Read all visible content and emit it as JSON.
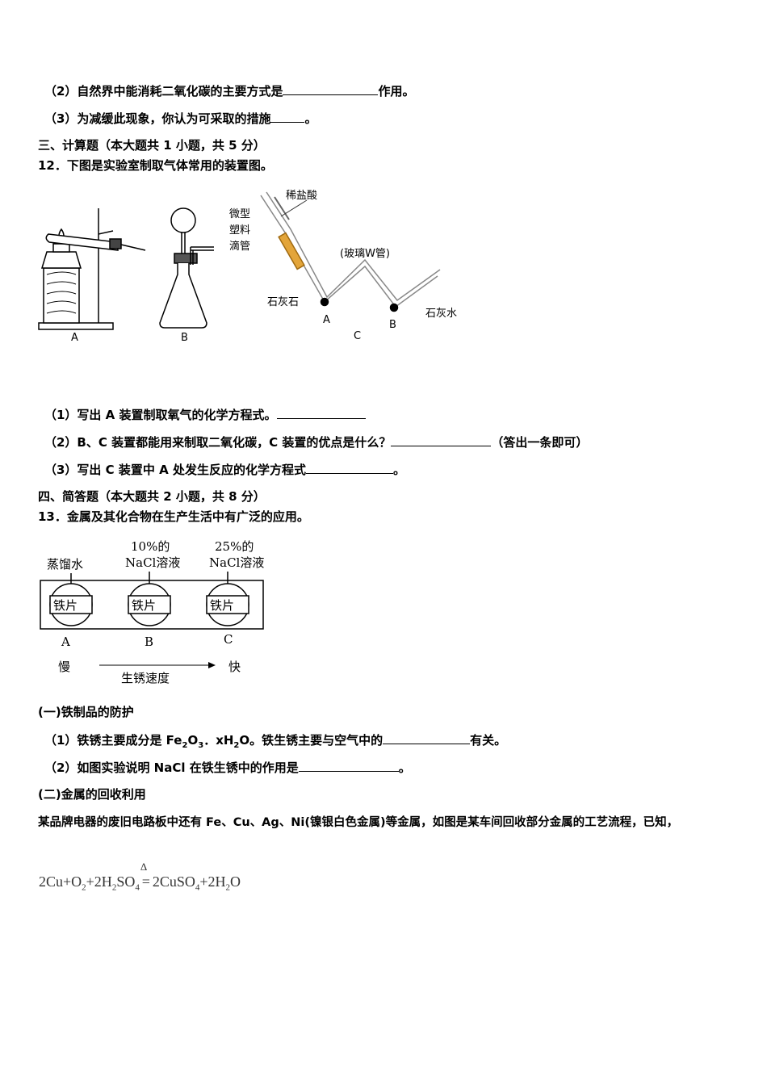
{
  "q11": {
    "p2_pre": "（2）自然界中能消耗二氧化碳的主要方式是",
    "p2_post": "作用。",
    "p3_pre": "（3）为减缓此现象，你认为可采取的措施",
    "p3_post": "。"
  },
  "section3": {
    "title": "三、计算题（本大题共 1 小题，共 5 分）"
  },
  "q12": {
    "stem": "12．下图是实验室制取气体常用的装置图。",
    "fig": {
      "label_a": "A",
      "label_b": "B",
      "label_c": "C",
      "c_acid": "稀盐酸",
      "c_dropper_1": "微型",
      "c_dropper_2": "塑料",
      "c_dropper_3": "滴管",
      "c_wtube": "(玻璃W管)",
      "c_limestone": "石灰石",
      "c_limewater": "石灰水",
      "c_point_a": "A",
      "c_point_b": "B"
    },
    "p1_pre": "（1）写出 A 装置制取氧气的化学方程式。",
    "p2_pre": "（2）B、C 装置都能用来制取二氧化碳，C 装置的优点是什么？",
    "p2_post": "（答出一条即可）",
    "p3_pre": "（3）写出 C 装置中 A 处发生反应的化学方程式",
    "p3_post": "。"
  },
  "section4": {
    "title": "四、简答题（本大题共 2 小题，共 8 分）"
  },
  "q13": {
    "stem": "13．金属及其化合物在生产生活中有广泛的应用。",
    "fig": {
      "water": "蒸馏水",
      "nacl10_1": "10%的",
      "nacl10_2": "NaCl溶液",
      "nacl25_1": "25%的",
      "nacl25_2": "NaCl溶液",
      "iron": "铁片",
      "label_a": "A",
      "label_b": "B",
      "label_c": "C",
      "slow": "慢",
      "fast": "快",
      "rate": "生锈速度"
    },
    "part1_title": "(一)铁制品的防护",
    "p1_pre": "（1）铁锈主要成分是 Fe",
    "p1_sub1": "2",
    "p1_mid1": "O",
    "p1_sub2": "3",
    "p1_mid2": "．xH",
    "p1_sub3": "2",
    "p1_mid3": "O。铁生锈主要与空气中的",
    "p1_post": "有关。",
    "p2_pre": "（2）如图实验说明 NaCl 在铁生锈中的作用是",
    "p2_post": "。",
    "part2_title": "(二)金属的回收利用",
    "intro": "某品牌电器的废旧电路板中还有 Fe、Cu、Ag、Ni(镍银白色金属)等金属，如图是某车间回收部分金属的工艺流程，已知，",
    "equation": {
      "delta": "Δ",
      "t1": "2Cu+O",
      "s1": "2",
      "t2": "+2H",
      "s2": "2",
      "t3": "SO",
      "s3": "4",
      "t4": "2CuSO",
      "s4": "4",
      "t5": "+2H",
      "s5": "2",
      "t6": "O"
    }
  }
}
